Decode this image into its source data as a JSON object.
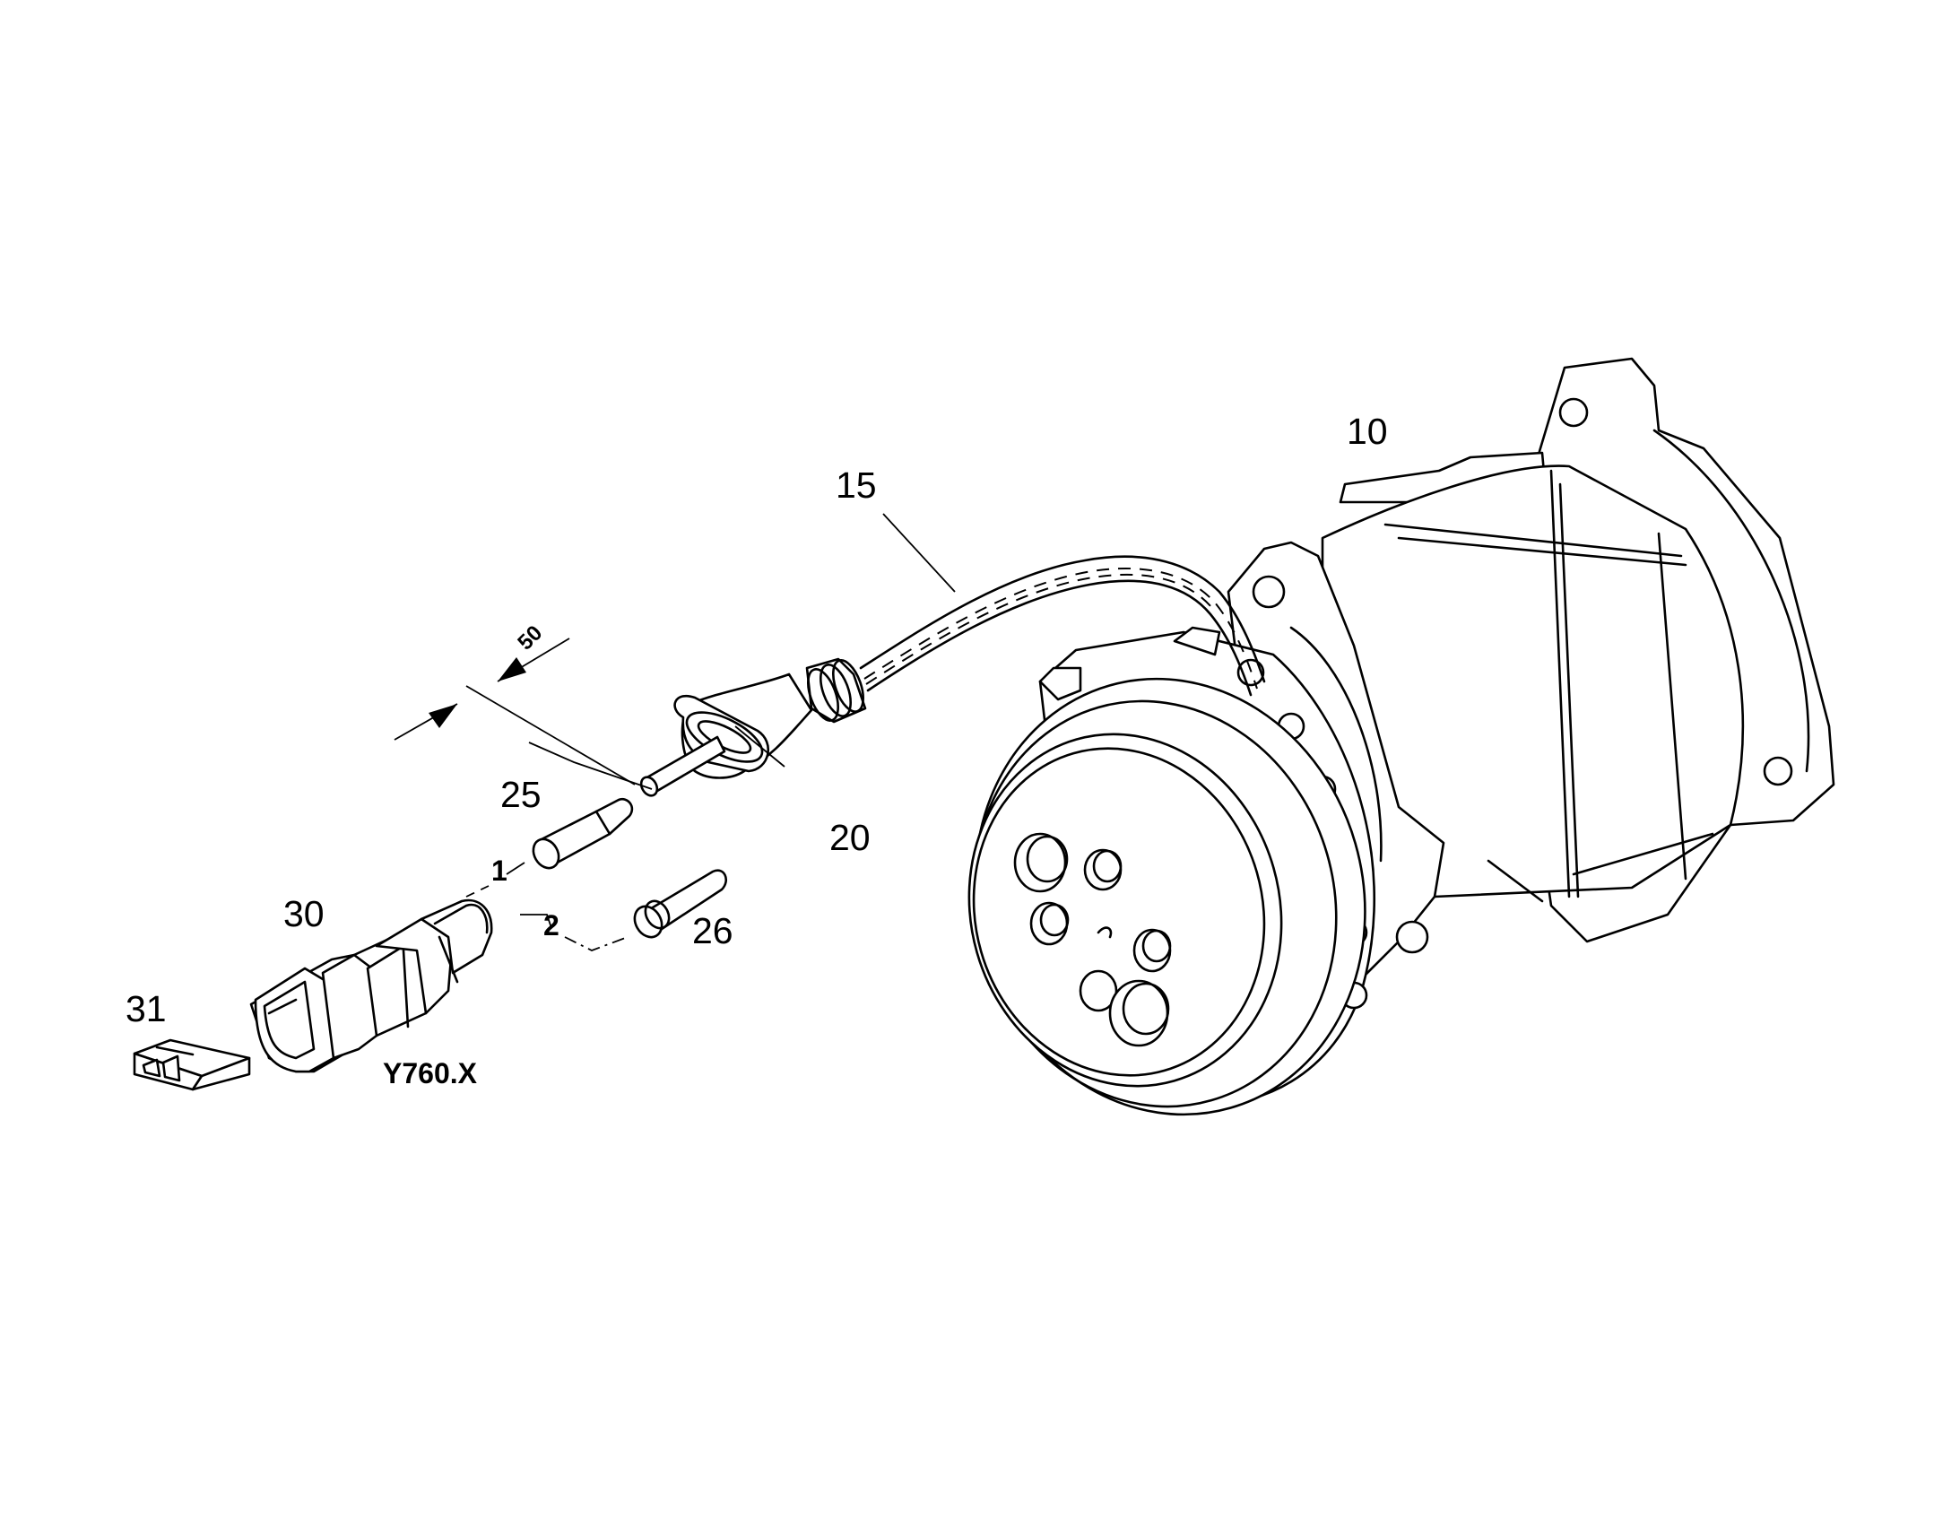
{
  "diagram": {
    "part_numbers": {
      "p10": "10",
      "p15": "15",
      "p20": "20",
      "p25": "25",
      "p26": "26",
      "p30": "30",
      "p31": "31"
    },
    "pin_labels": {
      "pin1": "1",
      "pin2": "2"
    },
    "connector_code": "Y760.X",
    "dimension": "50"
  }
}
